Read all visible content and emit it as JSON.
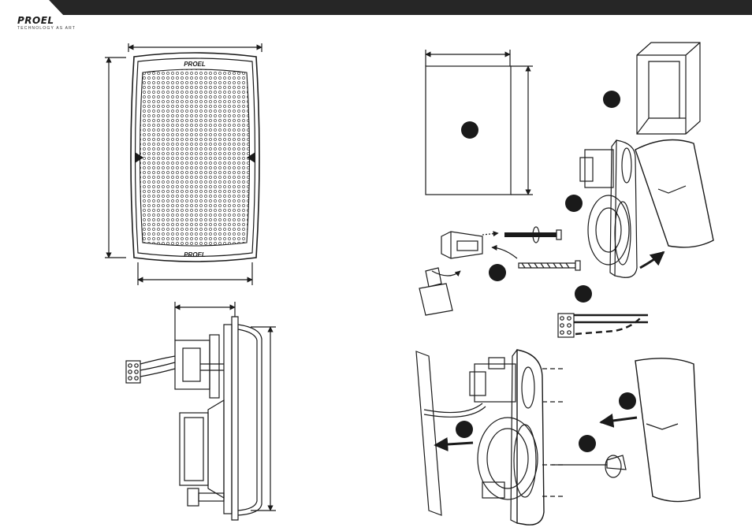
{
  "brand": {
    "name": "PROEL",
    "tagline": "TECHNOLOGY AS ART",
    "grille_logo": "PROEL"
  },
  "colors": {
    "header_bar": "#262626",
    "ink": "#1a1a1a",
    "panel_fill": "#ffffff"
  },
  "icons": [
    "front-view",
    "side-view",
    "cutout-template",
    "mounting-box",
    "clamp-bracket",
    "screw",
    "terminal-block",
    "removal-arrow",
    "rotation-arrow"
  ]
}
